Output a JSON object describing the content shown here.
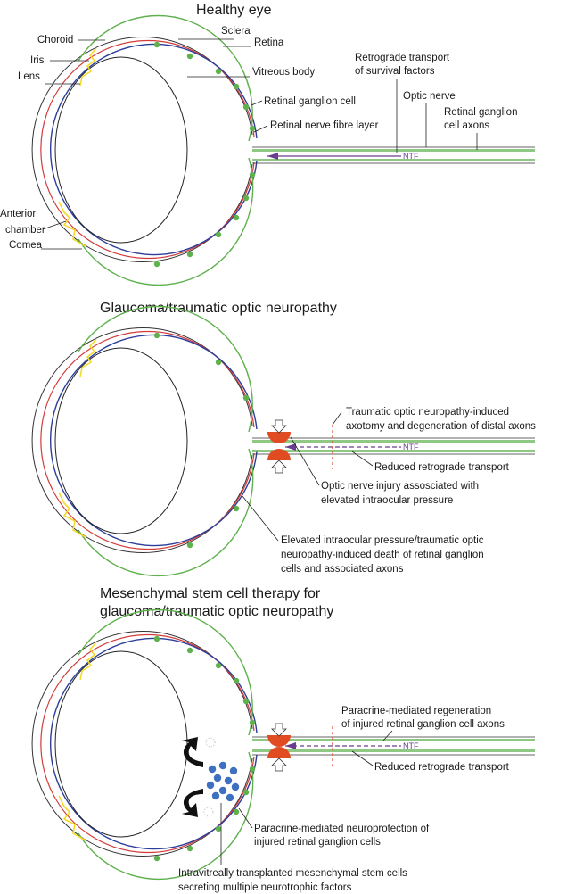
{
  "panels": [
    {
      "title": "Healthy eye",
      "ntf": "NTF",
      "labels": {
        "choroid": "Choroid",
        "sclera": "Sclera",
        "retina": "Retina",
        "iris": "Iris",
        "lens": "Lens",
        "vitreous": "Vitreous body",
        "retro_1": "Retrograde transport",
        "retro_2": "of survival factors",
        "optic_nerve": "Optic nerve",
        "rgc": "Retinal ganglion cell",
        "rgc_axons_1": "Retinal ganglion",
        "rgc_axons_2": "cell axons",
        "rnfl": "Retinal nerve fibre layer",
        "anterior_1": "Anterior",
        "anterior_2": "chamber",
        "cornea": "Comea"
      }
    },
    {
      "title": "Glaucoma/traumatic optic neuropathy",
      "ntf": "NTF",
      "labels": {
        "traumatic_1": "Traumatic optic neuropathy-induced",
        "traumatic_2": "axotomy and degeneration of distal axons",
        "reduced": "Reduced retrograde transport",
        "injury_1": "Optic nerve injury assosciated with",
        "injury_2": "elevated intraocular pressure",
        "death_1": "Elevated intraocular pressure/traumatic optic",
        "death_2": "neuropathy-induced death of retinal ganglion",
        "death_3": "cells and associated axons"
      }
    },
    {
      "title_1": "Mesenchymal stem cell therapy for",
      "title_2": "glaucoma/traumatic optic neuropathy",
      "ntf": "NTF",
      "labels": {
        "regen_1": "Paracrine-mediated regeneration",
        "regen_2": "of injured retinal ganglion cell axons",
        "reduced": "Reduced retrograde transport",
        "neuro_1": "Paracrine-mediated neuroprotection of",
        "neuro_2": "injured retinal ganglion cells",
        "msc_1": "Intravitreally transplanted mesenchymal stem cells",
        "msc_2": "secreting multiple neurotrophic factors"
      }
    }
  ],
  "colors": {
    "sclera": "#333333",
    "choroid": "#d33b3b",
    "retina": "#2c3e9c",
    "ganglion": "#5fb14e",
    "lens": "#222222",
    "iris": "#f2dc2b",
    "ntf_arrow": "#6a3d8f",
    "injury": "#e04b22",
    "msc": "#3f6fc0"
  }
}
